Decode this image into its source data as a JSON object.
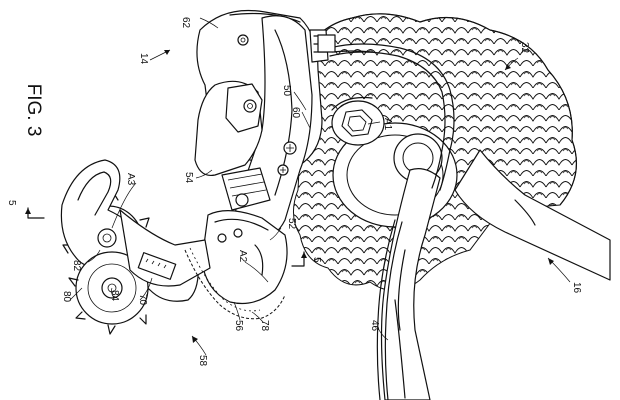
{
  "figure": {
    "label": "FIG. 3"
  },
  "callouts": {
    "r62": "62",
    "r14": "14",
    "r32": "32",
    "r50": "50",
    "r60": "60",
    "rA1": "A1",
    "r54": "54",
    "rA3": "A3",
    "r5a": "5",
    "r5b": "5",
    "r52": "52",
    "rA2": "A2",
    "r82": "82",
    "r84": "84",
    "r70": "70",
    "r80": "80",
    "r16": "16",
    "r56": "56",
    "r78": "78",
    "r46": "46",
    "r58": "58"
  }
}
